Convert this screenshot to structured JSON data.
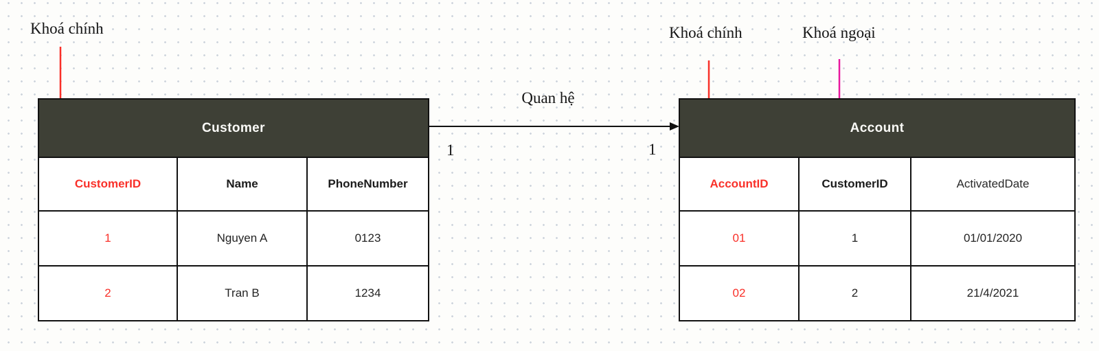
{
  "colors": {
    "page_bg": "#fdfdfb",
    "dot": "#cdd4dc",
    "table_header_bg": "#3e4036",
    "table_header_text": "#fafaf7",
    "table_border": "#111111",
    "cell_text": "#242424",
    "key_red": "#f93029",
    "foreign_magenta": "#e9189e",
    "arrow_black": "#111111"
  },
  "annotations": {
    "pk_label_left": "Khoá chính",
    "pk_label_right": "Khoá chính",
    "fk_label": "Khoá ngoại",
    "relation_label": "Quan hệ",
    "cardinality_left": "1",
    "cardinality_right": "1"
  },
  "customer_table": {
    "title": "Customer",
    "columns": [
      "CustomerID",
      "Name",
      "PhoneNumber"
    ],
    "rows": [
      [
        "1",
        "Nguyen A",
        "0123"
      ],
      [
        "2",
        "Tran B",
        "1234"
      ]
    ]
  },
  "account_table": {
    "title": "Account",
    "columns": [
      "AccountID",
      "CustomerID",
      "ActivatedDate"
    ],
    "rows": [
      [
        "01",
        "1",
        "01/01/2020"
      ],
      [
        "02",
        "2",
        "21/4/2021"
      ]
    ]
  }
}
